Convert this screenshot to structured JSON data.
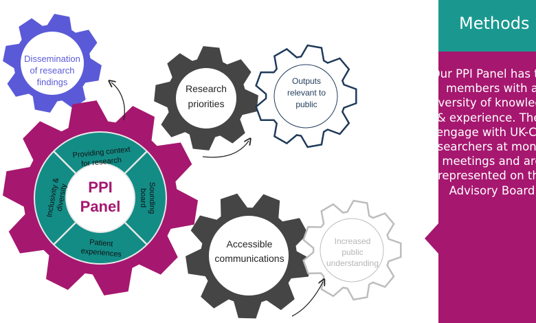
{
  "colors": {
    "magenta": "#a6176f",
    "teal": "#138c86",
    "blue": "#5a5ad8",
    "dark": "#454545",
    "navy": "#1f3a5a",
    "light": "#bdbdbd"
  },
  "gears": {
    "dissemination": [
      "Dissemination",
      "of research",
      "findings"
    ],
    "research_priorities": [
      "Research",
      "priorities"
    ],
    "outputs": [
      "Outputs",
      "relevant to",
      "public"
    ],
    "accessible": [
      "Accessible",
      "communications"
    ],
    "increased": [
      "Increased",
      "public",
      "understanding"
    ]
  },
  "ppi": {
    "center": [
      "PPI",
      "Panel"
    ],
    "segments": {
      "top": [
        "Providing context",
        "for research"
      ],
      "right": [
        "Sounding",
        "board"
      ],
      "bottom": [
        "Patient",
        "experiences"
      ],
      "left": [
        "Inclusivity &",
        "diversity"
      ]
    }
  },
  "methods": {
    "title": "Methods",
    "text": "Our PPI Panel has ten members with a diversity of knowledge & experience. They engage with UK-CIC researchers at monthly meetings and are represented on the Advisory Board"
  }
}
